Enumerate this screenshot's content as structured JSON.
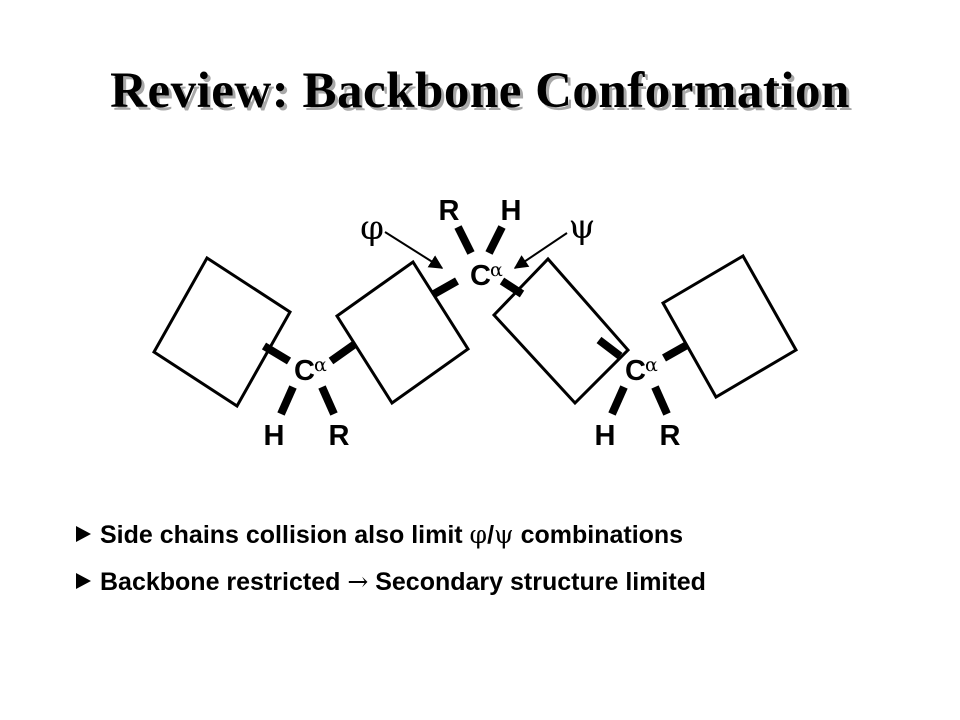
{
  "slide": {
    "title": "Review: Backbone Conformation"
  },
  "diagram": {
    "phi": "φ",
    "psi": "ψ",
    "top_carbon": {
      "c": "C",
      "alpha": "α",
      "r": "R",
      "h": "H"
    },
    "left_carbon": {
      "c": "C",
      "alpha": "α",
      "h": "H",
      "r": "R"
    },
    "right_carbon": {
      "c": "C",
      "alpha": "α",
      "h": "H",
      "r": "R"
    }
  },
  "bullets": [
    {
      "pre": "Side chains collision also limit ",
      "sym1": "φ",
      "slash": "/",
      "sym2": "ψ",
      "post": " combinations"
    },
    {
      "pre": "Backbone restricted ",
      "arrow": "→",
      "post": " Secondary structure limited"
    }
  ]
}
